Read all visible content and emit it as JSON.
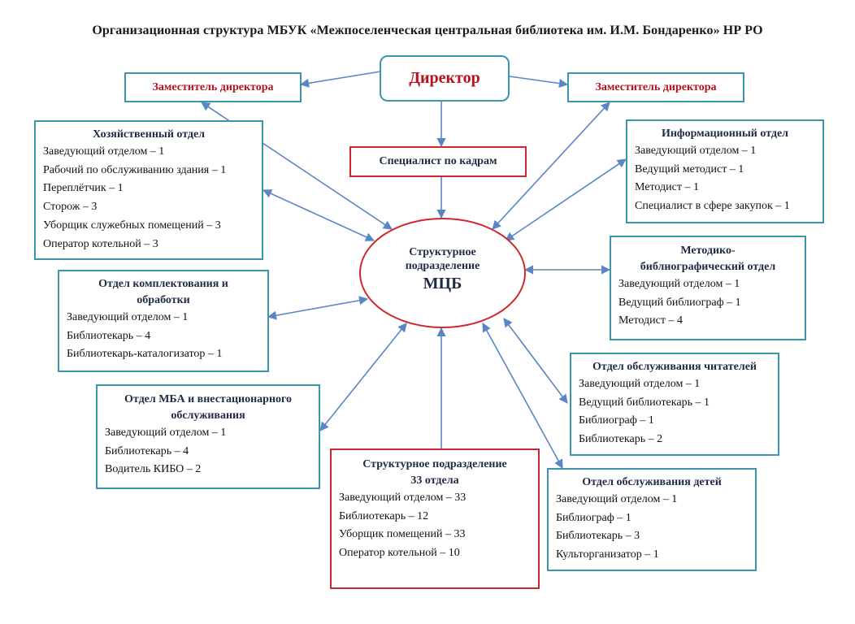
{
  "title": "Организационная структура  МБУК «Межпоселенческая центральная библиотека им. И.М. Бондаренко» НР РО",
  "director": "Директор",
  "deputy_left": "Заместитель директора",
  "deputy_right": "Заместитель директора",
  "hr_specialist": "Специалист по кадрам",
  "center": {
    "line1": "Структурное",
    "line2": "подразделение",
    "line3": "МЦБ"
  },
  "econ_dept": {
    "title": "Хозяйственный отдел",
    "items": [
      "Заведующий отделом – 1",
      "Рабочий по обслуживанию здания – 1",
      "Переплётчик – 1",
      "Сторож – 3",
      "Уборщик служебных помещений – 3",
      "Оператор котельной – 3"
    ]
  },
  "acq_dept": {
    "title1": "Отдел комплектования и",
    "title2": "обработки",
    "items": [
      "Заведующий отделом – 1",
      "Библиотекарь – 4",
      "Библиотекарь-каталогизатор – 1"
    ]
  },
  "mba_dept": {
    "title1": "Отдел МБА и внестационарного",
    "title2": "обслуживания",
    "items": [
      "Заведующий отделом – 1",
      "Библиотекарь – 4",
      "Водитель КИБО – 2"
    ]
  },
  "info_dept": {
    "title": "Информационный отдел",
    "items": [
      "Заведующий отделом – 1",
      "Ведущий методист – 1",
      "Методист – 1",
      "Специалист в сфере закупок – 1"
    ]
  },
  "method_dept": {
    "title1": "Методико-",
    "title2": "библиографический отдел",
    "items": [
      "Заведующий отделом – 1",
      "Ведущий библиограф – 1",
      "Методист – 4"
    ]
  },
  "readers_dept": {
    "title": "Отдел обслуживания читателей",
    "items": [
      "Заведующий отделом – 1",
      "Ведущий библиотекарь – 1",
      "Библиограф – 1",
      "Библиотекарь – 2"
    ]
  },
  "children_dept": {
    "title": "Отдел обслуживания детей",
    "items": [
      "Заведующий отделом – 1",
      "Библиограф – 1",
      "Библиотекарь – 3",
      "Культорганизатор – 1"
    ]
  },
  "branches": {
    "title1": "Структурное подразделение",
    "title2": "33 отдела",
    "items": [
      "Заведующий отделом – 33",
      "Библиотекарь – 12",
      "Уборщик помещений – 33",
      "Оператор котельной – 10"
    ]
  },
  "colors": {
    "blue": "#3a96ae",
    "red": "#d0272e",
    "arrow": "#5b86c5",
    "deputy_text": "#b5121b"
  }
}
